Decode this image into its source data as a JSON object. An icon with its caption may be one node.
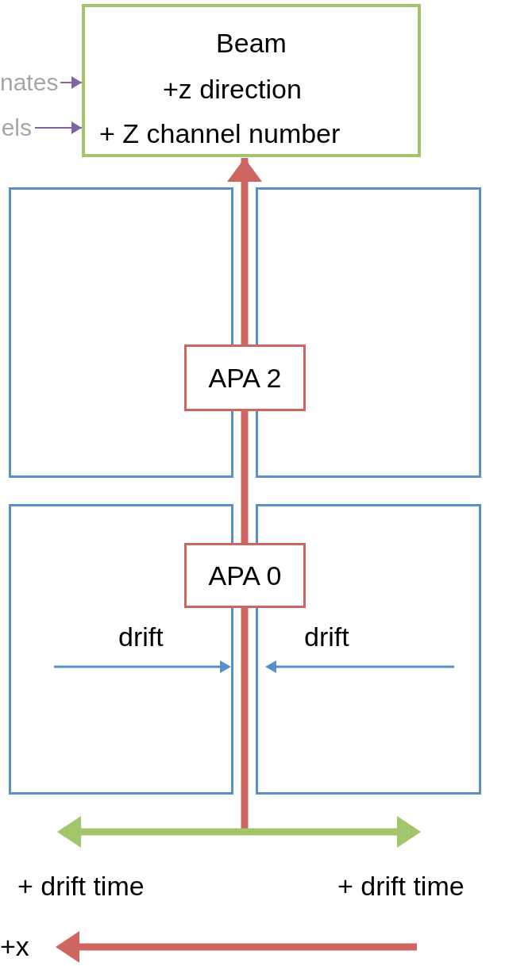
{
  "diagram": {
    "nodes": [
      {
        "text": [
          "Beam",
          "+z direction",
          "+ Z channel number"
        ]
      },
      {
        "text": [
          "nates"
        ]
      },
      {
        "text": [
          "els"
        ]
      },
      {
        "text": [],
        "shape": "box"
      },
      {
        "text": [],
        "shape": "box"
      },
      {
        "text": [],
        "shape": "box"
      },
      {
        "text": [],
        "shape": "box"
      },
      {
        "text": [
          "APA 2"
        ]
      },
      {
        "text": [
          "APA 0"
        ]
      }
    ],
    "edges": [
      {
        "from": 1,
        "to": 0,
        "arrow": "to"
      },
      {
        "from": 2,
        "to": 0,
        "arrow": "to"
      },
      {
        "from": null,
        "to": 0,
        "arrow": "to",
        "style": "thick",
        "color": "#cd6660"
      }
    ],
    "labels": [
      "drift",
      "drift",
      "+ drift time",
      "+ drift time",
      "+x"
    ]
  }
}
